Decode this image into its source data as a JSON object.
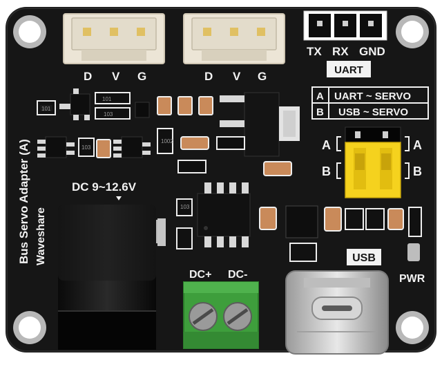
{
  "header_left": {
    "pins": [
      "D",
      "V",
      "G"
    ]
  },
  "header_right": {
    "pins": [
      "D",
      "V",
      "G"
    ]
  },
  "uart": {
    "pins": [
      "TX",
      "RX",
      "GND"
    ],
    "label": "UART"
  },
  "mode_table": {
    "rows": [
      {
        "key": "A",
        "text": "UART ~ SERVO"
      },
      {
        "key": "B",
        "text": "USB ~ SERVO"
      }
    ]
  },
  "jumper": {
    "left_a": "A",
    "right_a": "A",
    "left_b": "B",
    "right_b": "B",
    "state": "B"
  },
  "side_title": {
    "line1": "Bus Servo Adapter (A)",
    "line2": "Waveshare"
  },
  "dc_jack": {
    "label": "DC 9~12.6V"
  },
  "terminal": {
    "plus": "DC+",
    "minus": "DC-"
  },
  "usb": {
    "label": "USB"
  },
  "power_led": {
    "label": "PWR"
  },
  "resistor_codes": [
    "101",
    "103",
    "101",
    "1002",
    "103",
    "103"
  ],
  "colors": {
    "pcb": "#161616",
    "silkscreen": "#f2f2f2",
    "terminal": "#3e9e3c",
    "jumper": "#f5d21e",
    "connector": "#ece5d6"
  }
}
